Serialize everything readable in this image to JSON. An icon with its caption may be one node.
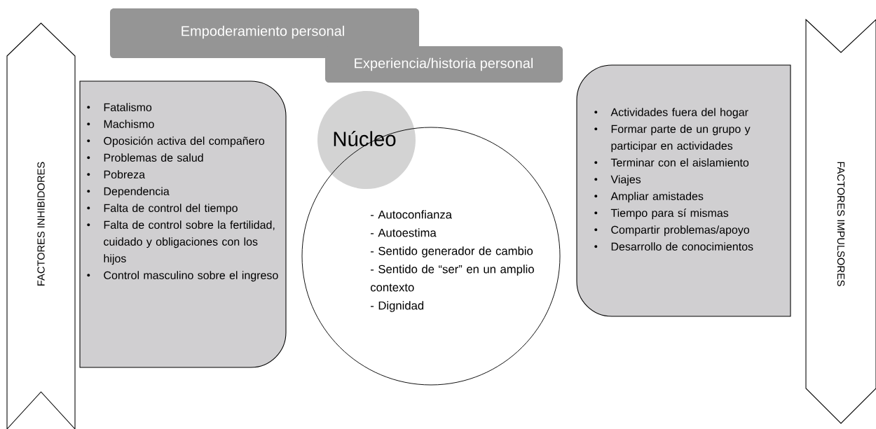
{
  "diagram": {
    "nodes": [
      {
        "text": [
          "FACTORES INHIBIDORES"
        ]
      },
      {
        "text": [
          "Empoderamiento personal"
        ]
      },
      {
        "text": [
          "Experiencia/historia personal"
        ]
      },
      {
        "text": [
          "Fatalismo",
          "Machismo",
          "Oposición activa del compañero",
          "Problemas de salud",
          "Pobreza",
          "Dependencia",
          "Falta de control del tiempo",
          "Falta de control sobre la fertilidad, cuidado y obligaciones con los hijos",
          "Control masculino sobre el ingreso"
        ]
      },
      {
        "text": [
          "Núcleo"
        ]
      },
      {
        "text": [
          "- Autoconfianza",
          "- Autoestima",
          "- Sentido generador de cambio",
          "- Sentido de “ser” en un amplio contexto",
          "- Dignidad"
        ]
      },
      {
        "text": [
          "Actividades fuera del hogar",
          "Formar parte de un grupo y participar en actividades",
          "Terminar con el aislamiento",
          "Viajes",
          "Ampliar amistades",
          "Tiempo para sí mismas",
          "Compartir problemas/apoyo",
          "Desarrollo de conocimientos"
        ]
      },
      {
        "text": [
          "FACTORES IMPULSORES"
        ]
      }
    ]
  }
}
